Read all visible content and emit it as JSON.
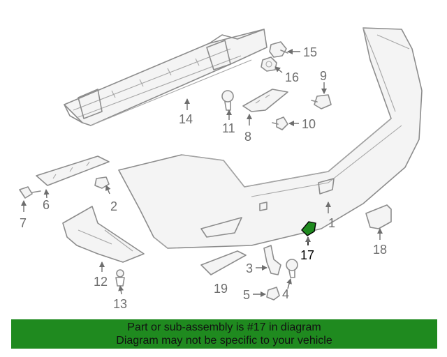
{
  "diagram": {
    "callouts": [
      "1",
      "2",
      "3",
      "4",
      "5",
      "6",
      "7",
      "8",
      "9",
      "10",
      "11",
      "12",
      "13",
      "14",
      "15",
      "16",
      "17",
      "18",
      "19"
    ],
    "highlighted_callout": "17",
    "highlight_color": "#1f8a1f"
  },
  "footer": {
    "line1": "Part or sub-assembly is #17 in diagram",
    "line2": "Diagram may not be specific to your vehicle",
    "background": "#1f8a1f"
  }
}
